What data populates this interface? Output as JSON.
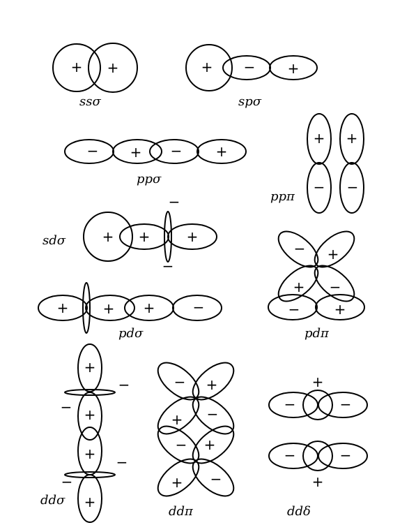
{
  "labels": {
    "ss_sigma": "ssσ",
    "sp_sigma": "spσ",
    "pp_sigma": "ppσ",
    "pp_pi": "ppπ",
    "sd_sigma": "sdσ",
    "pd_pi": "pdπ",
    "pd_sigma": "pdσ",
    "dd_sigma": "ddσ",
    "dd_pi": "ddπ",
    "dd_delta": "ddδ"
  },
  "signs": {
    "plus": "+",
    "minus": "−"
  }
}
